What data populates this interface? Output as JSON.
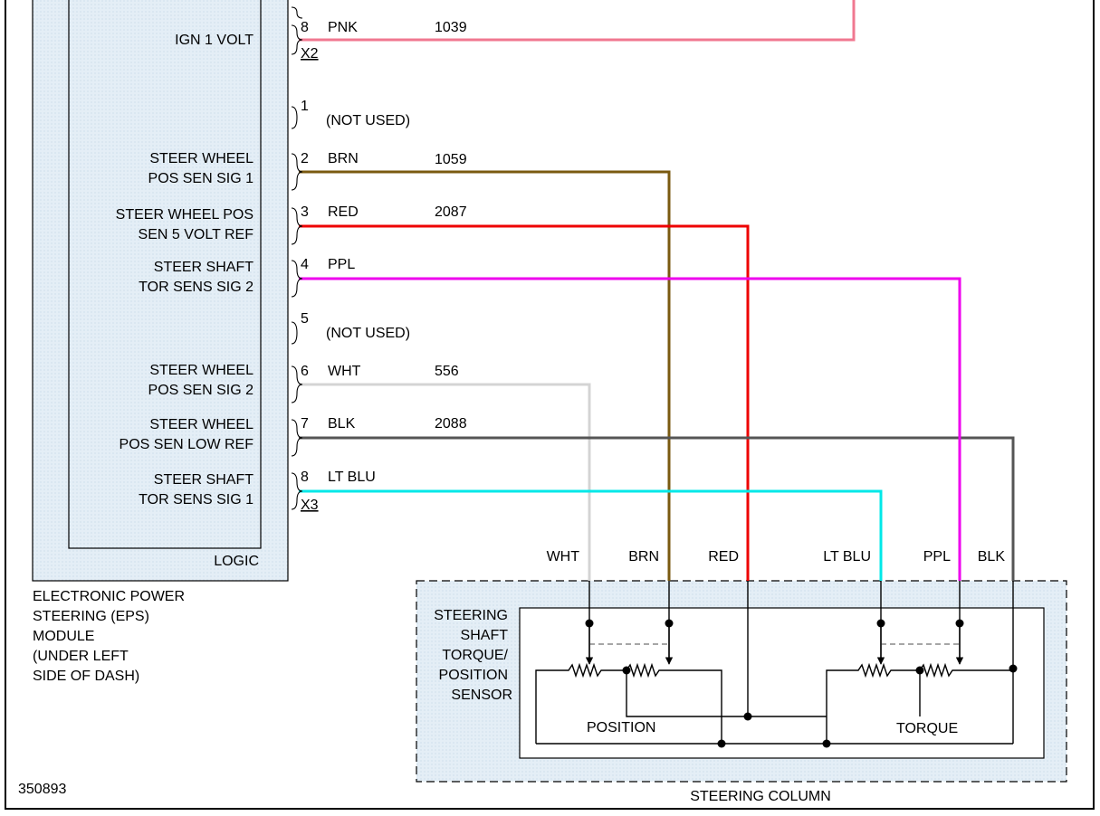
{
  "figure_id": "350893",
  "module": {
    "name_lines": [
      "ELECTRONIC POWER",
      "STEERING (EPS)",
      "MODULE",
      "(UNDER LEFT",
      "SIDE OF DASH)"
    ],
    "logic_label": "LOGIC"
  },
  "connector_x2": {
    "label": "X2",
    "pins": [
      {
        "function": [
          "IGN 1 VOLT"
        ],
        "pin": "8",
        "color": "PNK",
        "circuit": "1039",
        "wire_hex": "#f07890"
      }
    ]
  },
  "connector_x3": {
    "label": "X3",
    "pins": [
      {
        "function": [],
        "pin": "1",
        "color": "(NOT USED)",
        "circuit": ""
      },
      {
        "function": [
          "STEER WHEEL",
          "POS SEN SIG 1"
        ],
        "pin": "2",
        "color": "BRN",
        "circuit": "1059",
        "wire_hex": "#7a5a10"
      },
      {
        "function": [
          "STEER WHEEL POS",
          "SEN 5 VOLT REF"
        ],
        "pin": "3",
        "color": "RED",
        "circuit": "2087",
        "wire_hex": "#ee0000"
      },
      {
        "function": [
          "STEER SHAFT",
          "TOR SENS SIG 2"
        ],
        "pin": "4",
        "color": "PPL",
        "circuit": "",
        "wire_hex": "#ee00ee"
      },
      {
        "function": [],
        "pin": "5",
        "color": "(NOT USED)",
        "circuit": ""
      },
      {
        "function": [
          "STEER WHEEL",
          "POS SEN SIG 2"
        ],
        "pin": "6",
        "color": "WHT",
        "circuit": "556",
        "wire_hex": "#d0d0d0"
      },
      {
        "function": [
          "STEER WHEEL",
          "POS SEN LOW REF"
        ],
        "pin": "7",
        "color": "BLK",
        "circuit": "2088",
        "wire_hex": "#555555"
      },
      {
        "function": [
          "STEER SHAFT",
          "TOR SENS SIG 1"
        ],
        "pin": "8",
        "color": "LT BLU",
        "circuit": "",
        "wire_hex": "#00e8e8"
      }
    ]
  },
  "sensor": {
    "name_lines": [
      "STEERING",
      "SHAFT",
      "TORQUE/",
      "POSITION",
      "SENSOR"
    ],
    "wire_labels": [
      "WHT",
      "BRN",
      "RED",
      "LT BLU",
      "PPL",
      "BLK"
    ],
    "position_label": "POSITION",
    "torque_label": "TORQUE",
    "location_label": "STEERING COLUMN"
  },
  "colors": {
    "module_fill": "#e4eef6",
    "outline": "#000000"
  }
}
